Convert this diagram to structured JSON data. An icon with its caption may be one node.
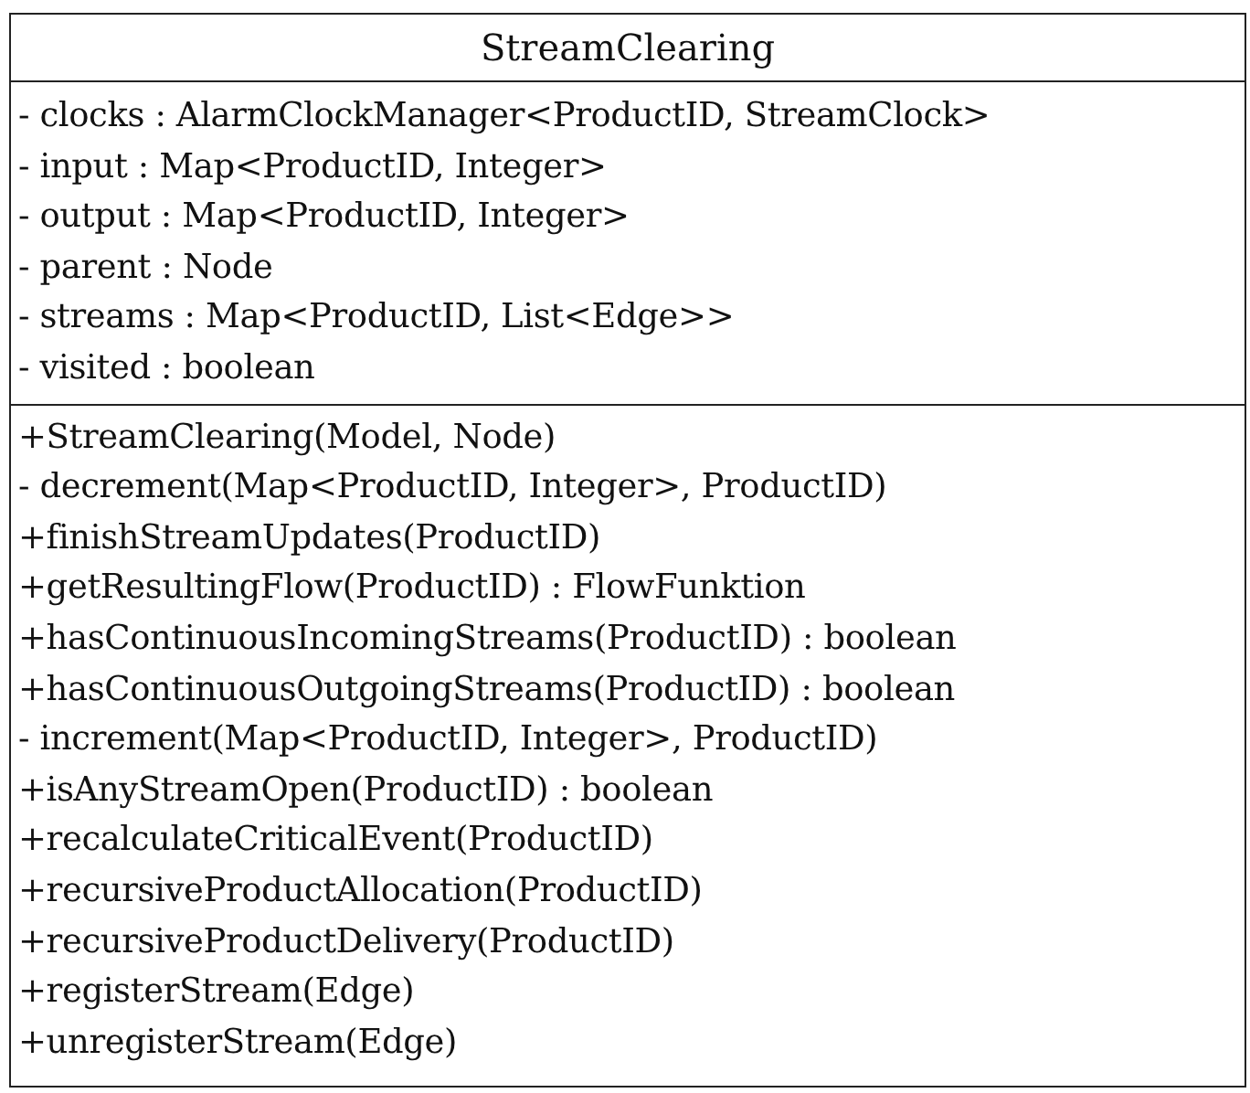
{
  "diagram": {
    "nodes": [
      {
        "text": [
          "StreamClearing"
        ]
      },
      {
        "text": [
          "- clocks : AlarmClockManager<ProductID, StreamClock>",
          "- input : Map<ProductID, Integer>",
          "- output : Map<ProductID, Integer>",
          "- parent : Node",
          "- streams : Map<ProductID, List<Edge>>",
          "- visited : boolean"
        ],
        "in": 0
      },
      {
        "text": [
          "+StreamClearing(Model, Node)",
          "- decrement(Map<ProductID, Integer>, ProductID)",
          "+finishStreamUpdates(ProductID)",
          "+getResultingFlow(ProductID) : FlowFunktion",
          "+hasContinuousIncomingStreams(ProductID) : boolean",
          "+hasContinuousOutgoingStreams(ProductID) : boolean",
          "- increment(Map<ProductID, Integer>, ProductID)",
          "+isAnyStreamOpen(ProductID) : boolean",
          "+recalculateCriticalEvent(ProductID)",
          "+recursiveProductAllocation(ProductID)",
          "+recursiveProductDelivery(ProductID)",
          "+registerStream(Edge)",
          "+unregisterStream(Edge)"
        ],
        "in": 0
      }
    ]
  }
}
